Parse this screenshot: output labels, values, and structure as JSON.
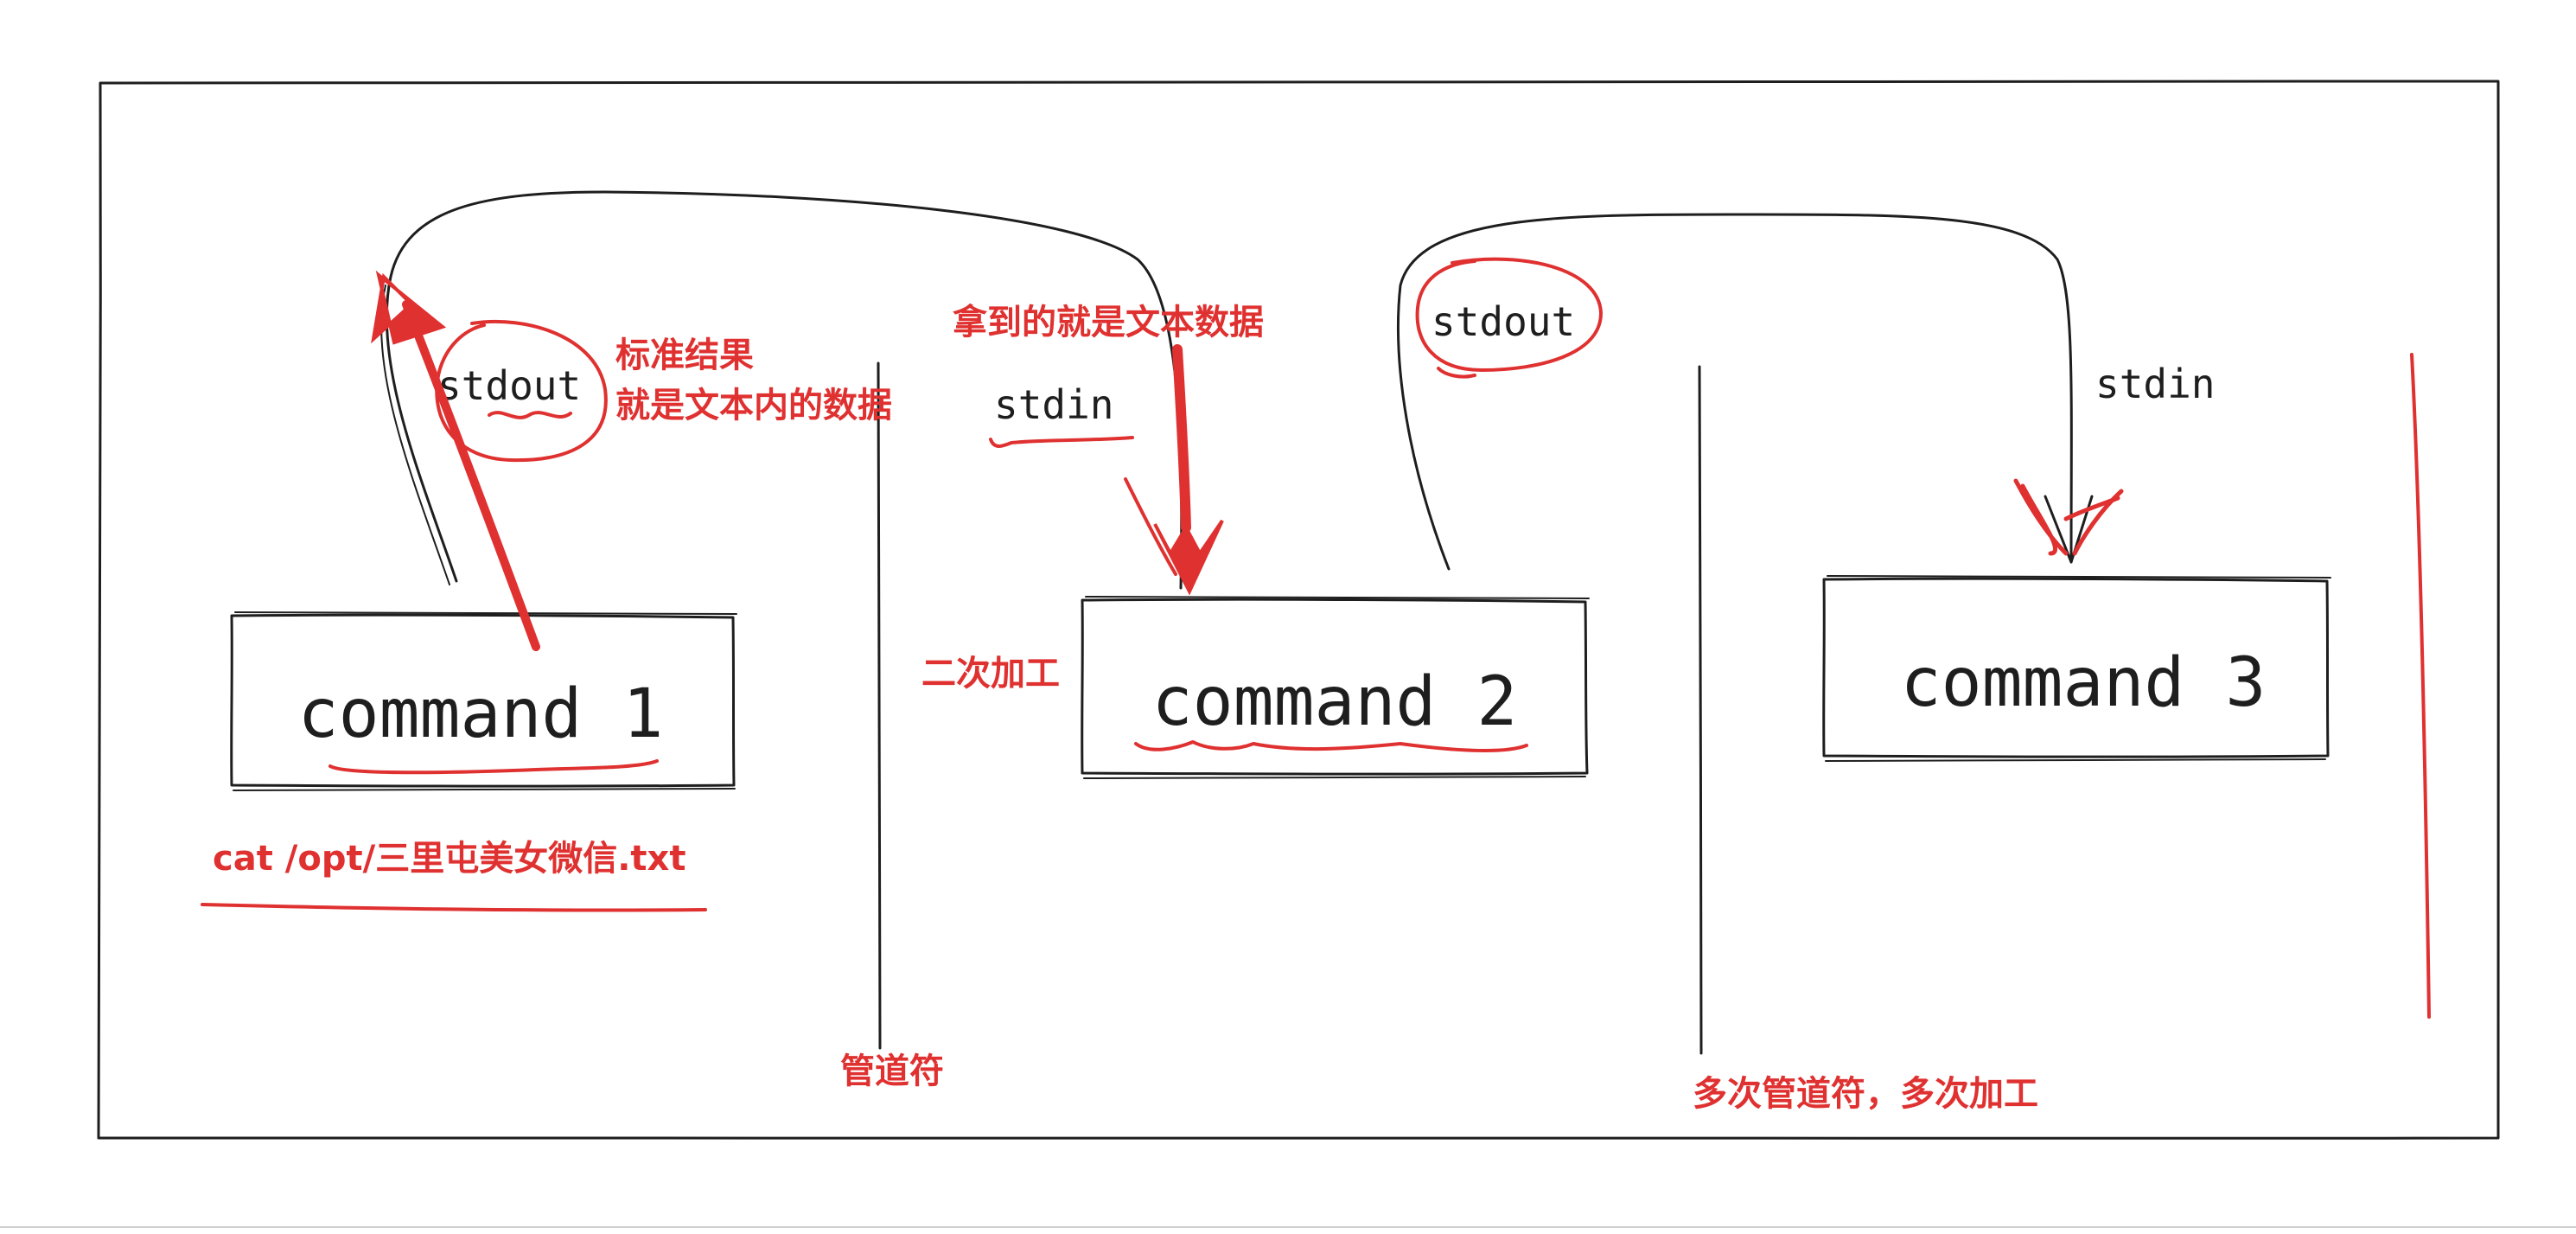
{
  "diagram": {
    "commands": [
      {
        "id": "command-1",
        "label": "command 1"
      },
      {
        "id": "command-2",
        "label": "command 2"
      },
      {
        "id": "command-3",
        "label": "command 3"
      }
    ],
    "stream_labels": {
      "stdout_1": "stdout",
      "stdin_2": "stdin",
      "stdout_2": "stdout",
      "stdin_3": "stdin"
    },
    "annotations": {
      "standard_result_line1": "标准结果",
      "standard_result_line2": "就是文本内的数据",
      "received_text_data": "拿到的就是文本数据",
      "secondary_processing": "二次加工",
      "example_command": "cat  /opt/三里屯美女微信.txt",
      "pipe_symbol": "管道符",
      "multiple_pipes": "多次管道符，多次加工"
    },
    "colors": {
      "ink": "#1e1e1e",
      "annotation_red": "#e03131",
      "background": "#ffffff"
    }
  }
}
